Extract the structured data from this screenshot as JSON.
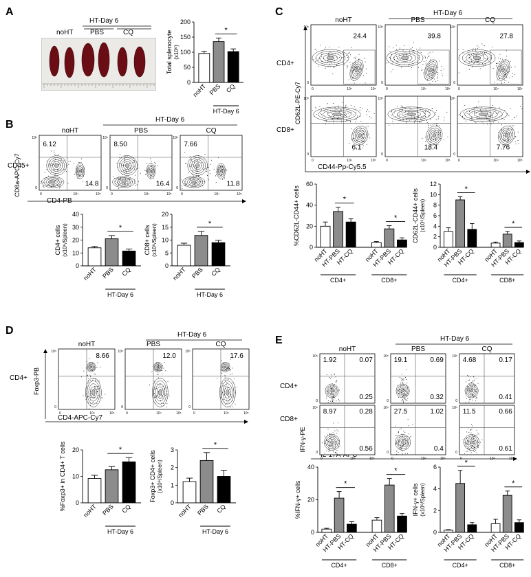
{
  "panels": {
    "A": {
      "letter": "A",
      "groups": {
        "nohT": "noHT",
        "ht": "HT-Day 6",
        "pbs": "PBS",
        "cq": "CQ"
      },
      "chart_data": {
        "type": "bar",
        "ylabel": "Total splenocyte (x10⁶)",
        "ylim": [
          0,
          200
        ],
        "yticks": [
          0,
          50,
          100,
          150,
          200
        ],
        "categories": [
          "noHT",
          "PBS",
          "CQ"
        ],
        "values": [
          96,
          135,
          102
        ],
        "errors": [
          7,
          12,
          9
        ],
        "colors": [
          "#ffffff",
          "#8c8c8c",
          "#000000"
        ],
        "group_label": "HT-Day 6",
        "significance": [
          {
            "from": 1,
            "to": 2,
            "label": "*"
          }
        ]
      }
    },
    "B": {
      "letter": "B",
      "row_label": "CD45+",
      "xaxis": "CD4-PB",
      "yaxis": "CD8a-APC-Cy7",
      "header": {
        "ht": "HT-Day 6",
        "cols": [
          "noHT",
          "PBS",
          "CQ"
        ]
      },
      "plots": [
        {
          "tl": "6.12",
          "br": "14.8"
        },
        {
          "tl": "8.50",
          "br": "16.4"
        },
        {
          "tl": "7.66",
          "br": "11.8"
        }
      ],
      "ticks": {
        "t0": "0",
        "t3": "10³",
        "t4": "10⁴",
        "t5": "10⁵"
      },
      "charts": [
        {
          "type": "bar",
          "ylabel": "CD4+ cells (x10⁶/Spleen)",
          "ylim": [
            0,
            40
          ],
          "yticks": [
            0,
            10,
            20,
            30,
            40
          ],
          "categories": [
            "noHT",
            "PBS",
            "CQ"
          ],
          "values": [
            14,
            21,
            11.5
          ],
          "errors": [
            1,
            2.5,
            1.5
          ],
          "colors": [
            "#ffffff",
            "#8c8c8c",
            "#000000"
          ],
          "group_label": "HT-Day 6",
          "significance": [
            {
              "from": 1,
              "to": 2,
              "label": "*"
            }
          ]
        },
        {
          "type": "bar",
          "ylabel": "CD8+ cells (x10⁶/Spleen)",
          "ylim": [
            0,
            20
          ],
          "yticks": [
            0,
            5,
            10,
            15,
            20
          ],
          "categories": [
            "noHT",
            "PBS",
            "CQ"
          ],
          "values": [
            8,
            11.8,
            9
          ],
          "errors": [
            0.8,
            1.6,
            0.9
          ],
          "colors": [
            "#ffffff",
            "#8c8c8c",
            "#000000"
          ],
          "group_label": "HT-Day 6",
          "significance": [
            {
              "from": 1,
              "to": 2,
              "label": "*"
            }
          ]
        }
      ]
    },
    "C": {
      "letter": "C",
      "header": {
        "ht": "HT-Day 6",
        "cols": [
          "noHT",
          "PBS",
          "CQ"
        ]
      },
      "rows": [
        "CD4+",
        "CD8+"
      ],
      "xaxis": "CD44-Pp-Cy5.5",
      "yaxis": "CD62L-PE-Cy7",
      "cd4_values": [
        "24.4",
        "39.8",
        "27.8"
      ],
      "cd8_values": [
        "6.1",
        "18.4",
        "7.76"
      ],
      "charts": [
        {
          "type": "bar",
          "ylabel": "%CD62L-CD44+ cells",
          "ylim": [
            0,
            60
          ],
          "yticks": [
            0,
            20,
            40,
            60
          ],
          "categories": [
            "noHT",
            "HT-PBS",
            "HT-CQ",
            "noHT",
            "HT-PBS",
            "HT-CQ"
          ],
          "values": [
            20,
            34,
            24,
            4.5,
            17.5,
            7
          ],
          "errors": [
            4,
            4,
            3,
            1,
            3,
            2
          ],
          "colors": [
            "#ffffff",
            "#8c8c8c",
            "#000000",
            "#ffffff",
            "#8c8c8c",
            "#000000"
          ],
          "groups": [
            "CD4+",
            "CD8+"
          ],
          "significance": [
            {
              "from": 1,
              "to": 2,
              "label": "*"
            },
            {
              "from": 4,
              "to": 5,
              "label": "*"
            }
          ]
        },
        {
          "type": "bar",
          "ylabel": "CD62L-CD44+ cells (x10⁶/Spleen)",
          "ylim": [
            0,
            12
          ],
          "yticks": [
            0,
            2,
            4,
            6,
            8,
            10,
            12
          ],
          "categories": [
            "noHT",
            "HT-PBS",
            "HT-CQ",
            "noHT",
            "HT-PBS",
            "HT-CQ"
          ],
          "values": [
            3,
            9,
            3.4,
            0.8,
            2.5,
            0.9
          ],
          "errors": [
            0.7,
            0.6,
            1.1,
            0.2,
            0.5,
            0.3
          ],
          "colors": [
            "#ffffff",
            "#8c8c8c",
            "#000000",
            "#ffffff",
            "#8c8c8c",
            "#000000"
          ],
          "groups": [
            "CD4+",
            "CD8+"
          ],
          "significance": [
            {
              "from": 1,
              "to": 2,
              "label": "*"
            },
            {
              "from": 4,
              "to": 5,
              "label": "*"
            }
          ]
        }
      ]
    },
    "D": {
      "letter": "D",
      "row_label": "CD4+",
      "xaxis": "CD4-APC-Cy7",
      "yaxis": "Foxp3-PB",
      "header": {
        "ht": "HT-Day 6",
        "cols": [
          "noHT",
          "PBS",
          "CQ"
        ]
      },
      "values": [
        "8.66",
        "12.0",
        "17.6"
      ],
      "charts": [
        {
          "type": "bar",
          "ylabel": "%Foxp3+ in CD4+ T cells",
          "ylim": [
            0,
            20
          ],
          "yticks": [
            0,
            10,
            20
          ],
          "categories": [
            "noHT",
            "PBS",
            "CQ"
          ],
          "values": [
            9.2,
            12.5,
            15.5
          ],
          "errors": [
            1.2,
            1.2,
            1.6
          ],
          "colors": [
            "#ffffff",
            "#8c8c8c",
            "#000000"
          ],
          "group_label": "HT-Day 6",
          "significance": [
            {
              "from": 1,
              "to": 2,
              "label": "*"
            }
          ]
        },
        {
          "type": "bar",
          "ylabel": "Foxp3+ CD4+ cells (x10⁶/Spleen)",
          "ylim": [
            0,
            3
          ],
          "yticks": [
            0,
            1,
            2,
            3
          ],
          "categories": [
            "noHT",
            "PBS",
            "CQ"
          ],
          "values": [
            1.2,
            2.4,
            1.5
          ],
          "errors": [
            0.2,
            0.45,
            0.35
          ],
          "colors": [
            "#ffffff",
            "#8c8c8c",
            "#000000"
          ],
          "group_label": "HT-Day 6",
          "significance": [
            {
              "from": 1,
              "to": 2,
              "label": "*"
            }
          ]
        }
      ]
    },
    "E": {
      "letter": "E",
      "header": {
        "ht": "HT-Day 6",
        "cols": [
          "noHT",
          "PBS",
          "CQ"
        ]
      },
      "rows": [
        "CD4+",
        "CD8+"
      ],
      "xaxis": "IL-17A-APC",
      "yaxis": "IFN-γ-PE",
      "cd4": [
        {
          "tl": "1.92",
          "tr": "0.07",
          "br": "0.25"
        },
        {
          "tl": "19.1",
          "tr": "0.69",
          "br": "0.32"
        },
        {
          "tl": "4.68",
          "tr": "0.17",
          "br": "0.41"
        }
      ],
      "cd8": [
        {
          "tl": "8.97",
          "tr": "0.28",
          "br": "0.56"
        },
        {
          "tl": "27.5",
          "tr": "1.02",
          "br": "0.4"
        },
        {
          "tl": "11.5",
          "tr": "0.66",
          "br": "0.61"
        }
      ],
      "charts": [
        {
          "type": "bar",
          "ylabel": "%IFN-γ+ cells",
          "ylim": [
            0,
            40
          ],
          "yticks": [
            0,
            20,
            40
          ],
          "categories": [
            "noHT",
            "HT-PBS",
            "HT-CQ",
            "noHT",
            "HT-PBS",
            "HT-CQ"
          ],
          "values": [
            2,
            21,
            5,
            7.5,
            29,
            10
          ],
          "errors": [
            0.5,
            4,
            1.5,
            1.5,
            4,
            1.5
          ],
          "colors": [
            "#ffffff",
            "#8c8c8c",
            "#000000",
            "#ffffff",
            "#8c8c8c",
            "#000000"
          ],
          "groups": [
            "CD4+",
            "CD8+"
          ],
          "significance": [
            {
              "from": 1,
              "to": 2,
              "label": "*"
            },
            {
              "from": 4,
              "to": 5,
              "label": "*"
            }
          ]
        },
        {
          "type": "bar",
          "ylabel": "IFN-γ+ cells (x10⁶/Spleen)",
          "ylim": [
            0,
            6
          ],
          "yticks": [
            0,
            2,
            4,
            6
          ],
          "categories": [
            "noHT",
            "HT-PBS",
            "HT-CQ",
            "noHT",
            "HT-PBS",
            "HT-CQ"
          ],
          "values": [
            0.2,
            4.5,
            0.7,
            0.8,
            3.4,
            0.9
          ],
          "errors": [
            0.05,
            1.2,
            0.2,
            0.4,
            0.4,
            0.25
          ],
          "colors": [
            "#ffffff",
            "#8c8c8c",
            "#000000",
            "#ffffff",
            "#8c8c8c",
            "#000000"
          ],
          "groups": [
            "CD4+",
            "CD8+"
          ],
          "significance": [
            {
              "from": 1,
              "to": 2,
              "label": "*"
            },
            {
              "from": 4,
              "to": 5,
              "label": "*"
            }
          ]
        }
      ]
    }
  }
}
